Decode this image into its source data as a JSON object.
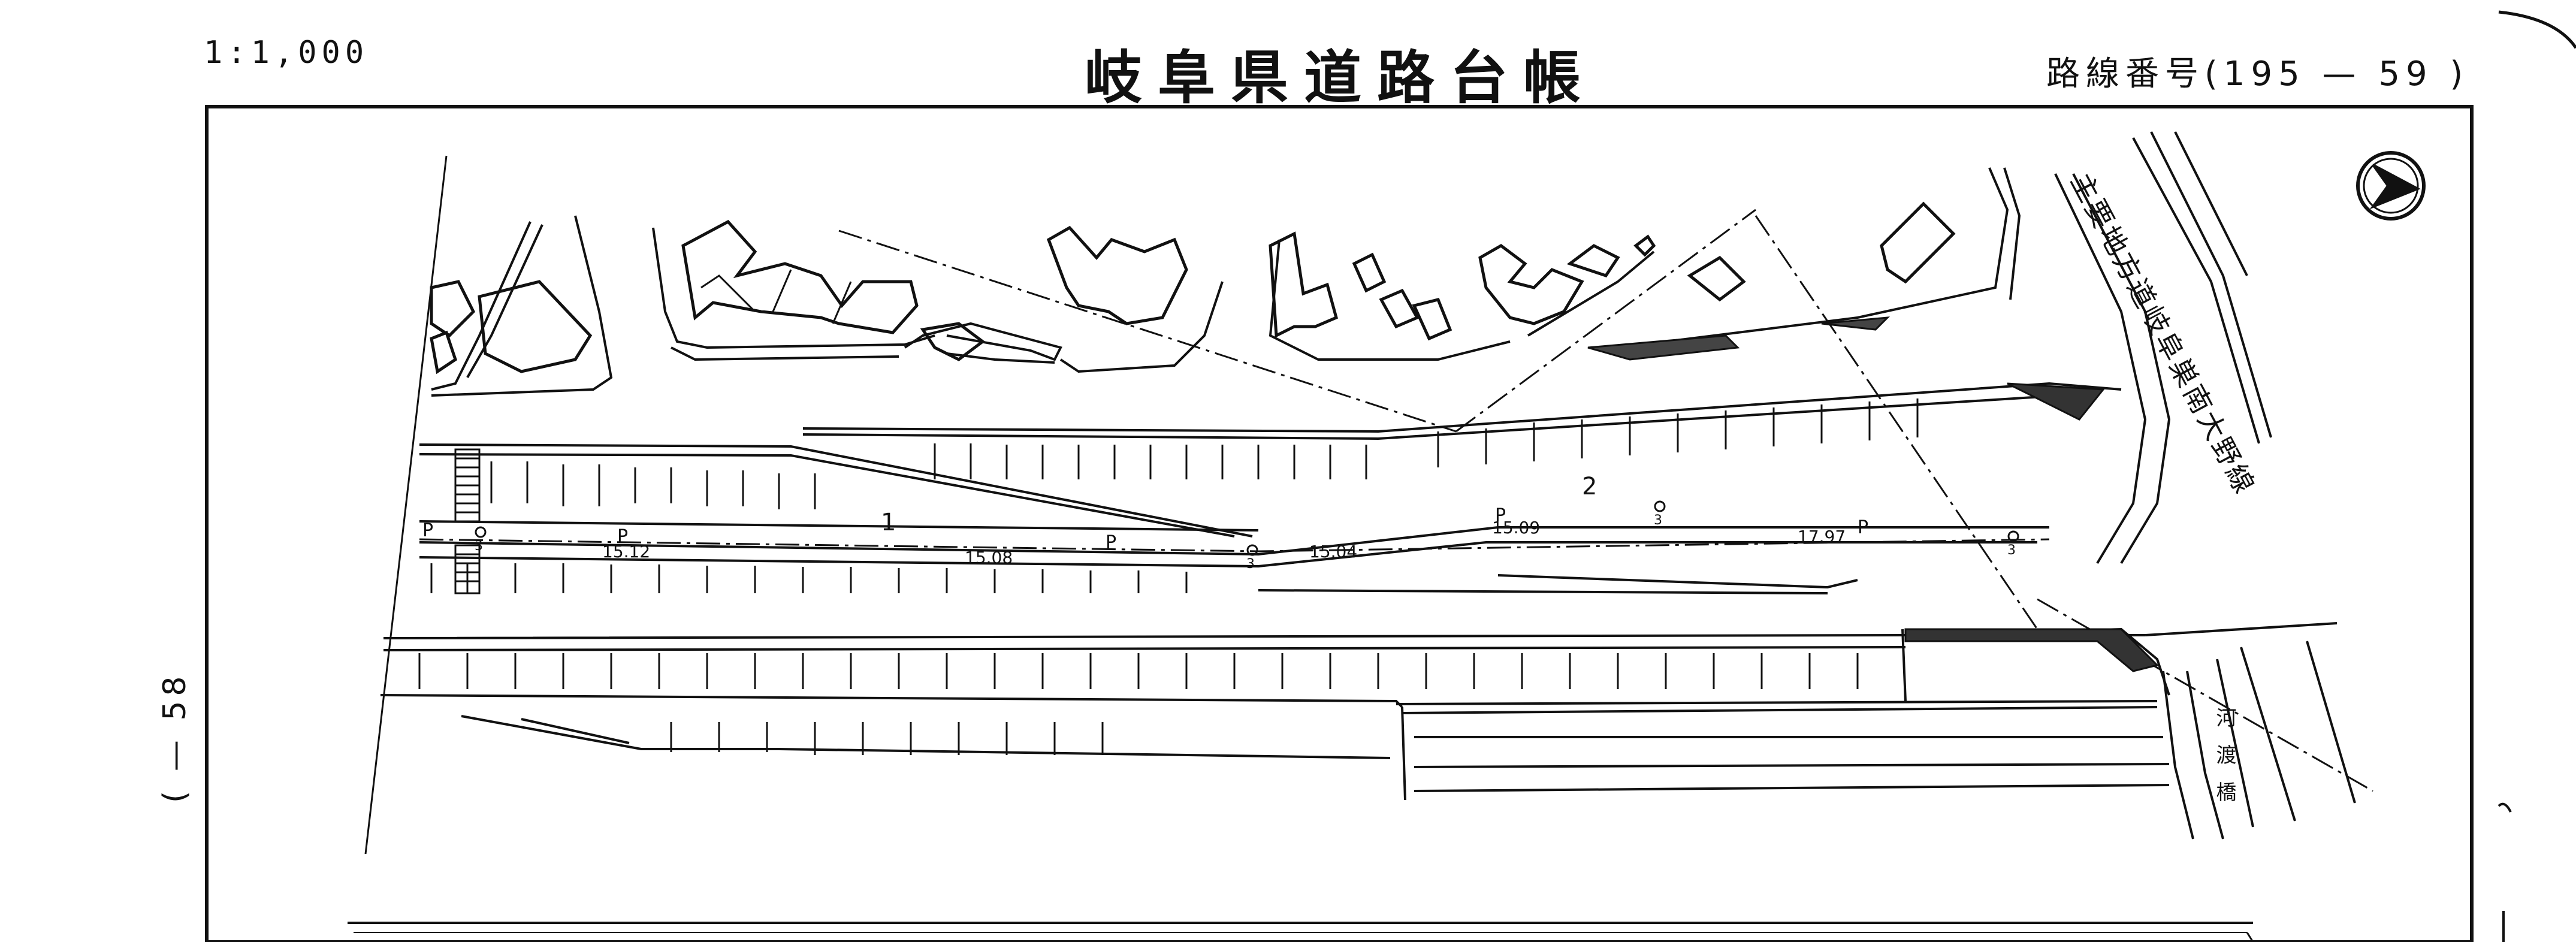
{
  "header": {
    "scale": "1:1,000",
    "title": "岐阜県道路台帳",
    "route_number": "路線番号(195 — 59 )"
  },
  "side_reference": "( — 58",
  "map": {
    "connecting_road_label": "主要地方道岐阜巣南大野線",
    "bridge_label": "河渡橋",
    "point_labels": [
      "P",
      "P",
      "P",
      "P",
      "P"
    ],
    "elevations": [
      "15.12",
      "15.08",
      "15.04",
      "15.09",
      "17.97"
    ],
    "section_numbers": [
      "1",
      "2"
    ],
    "marker_labels": [
      "3",
      "3",
      "3",
      "3"
    ],
    "north_arrow": "north-arrow"
  }
}
